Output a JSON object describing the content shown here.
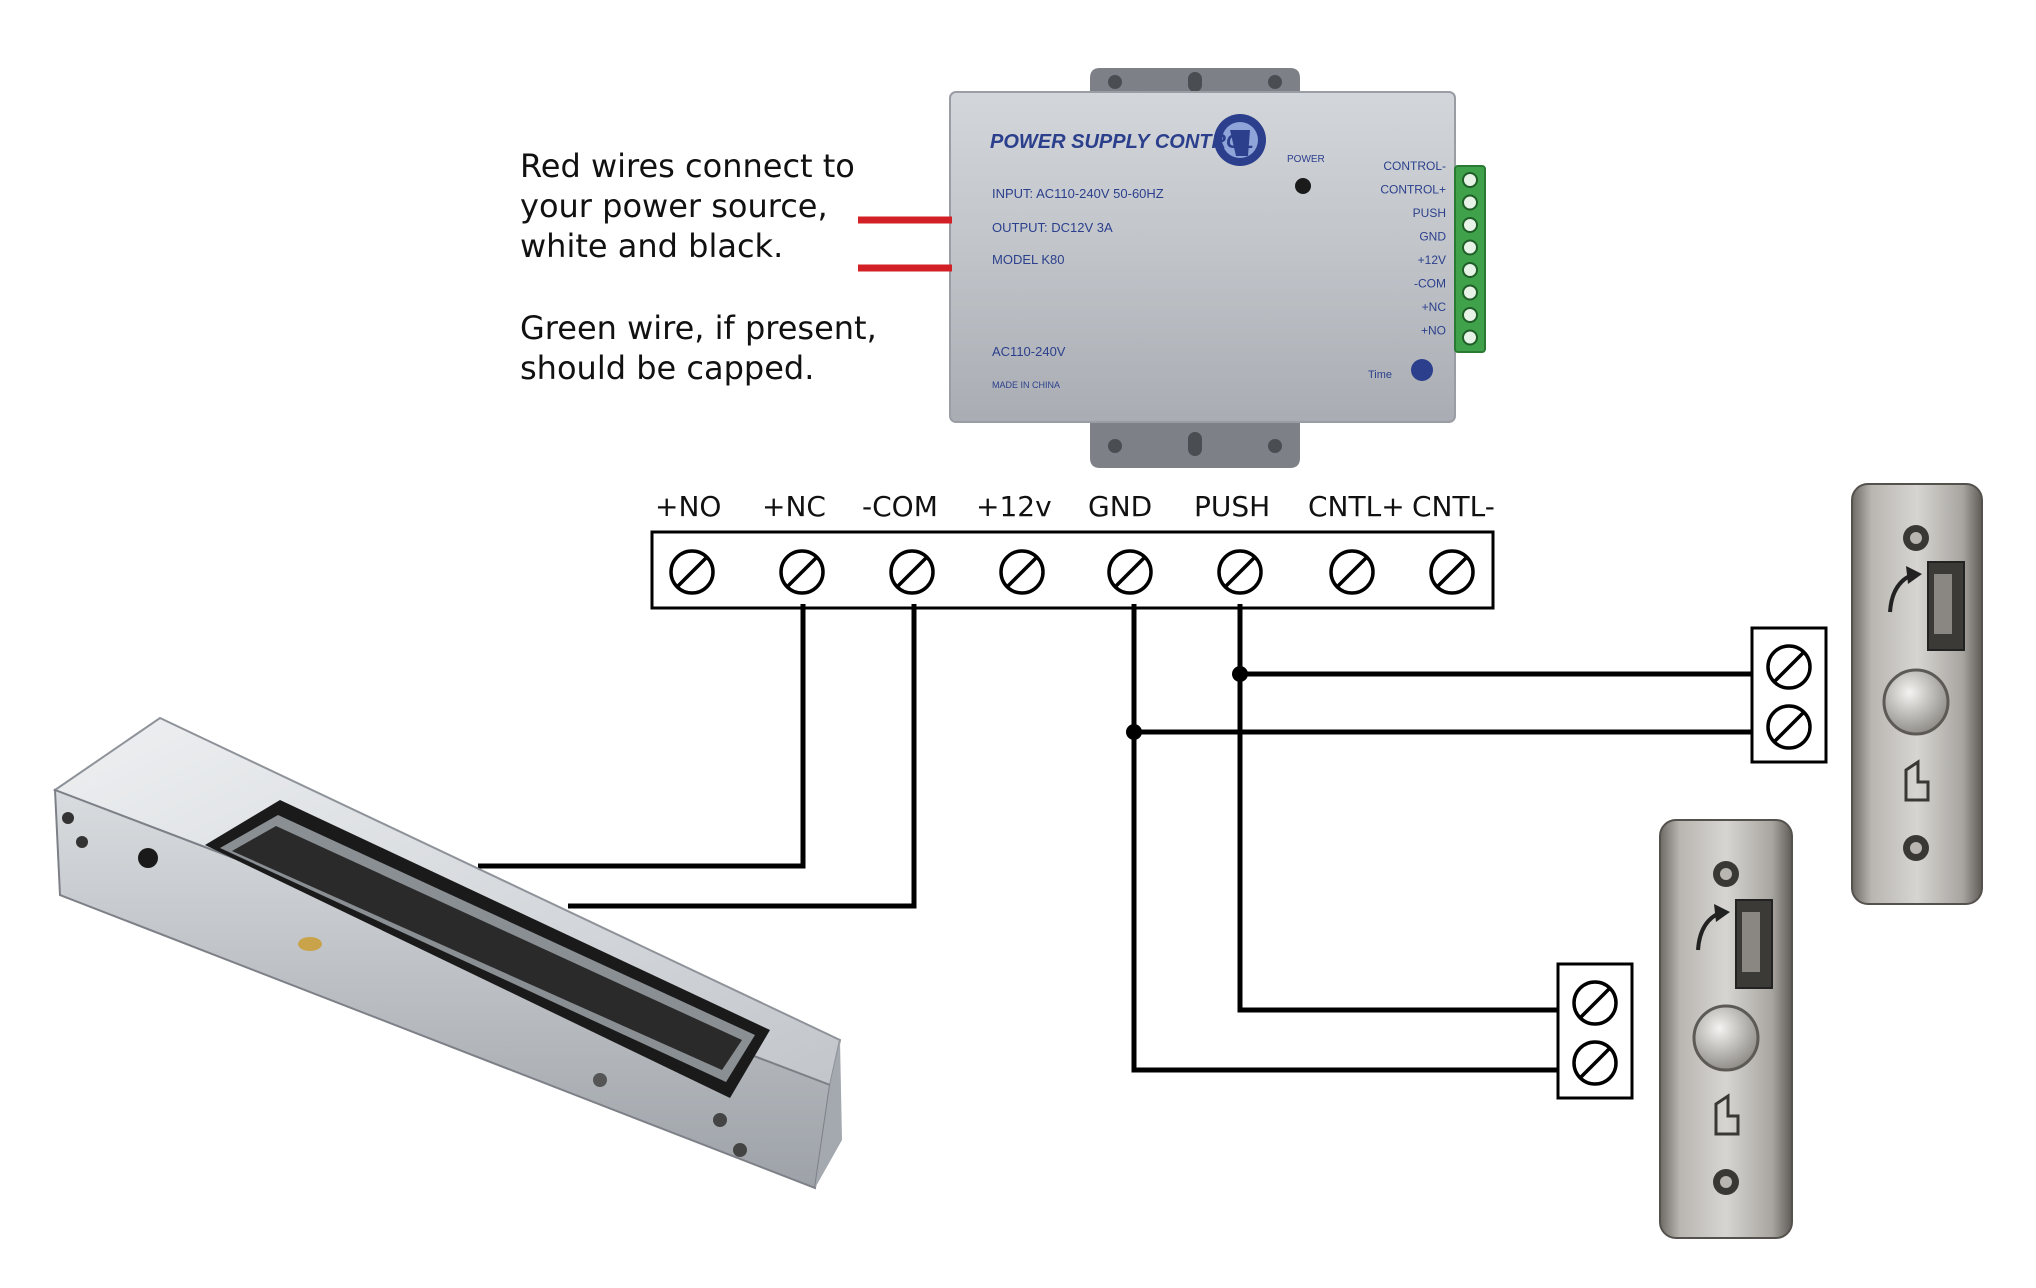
{
  "instructions": {
    "red_wires": "Red wires connect to\nyour power source,\nwhite and black.",
    "green_wire": "Green wire, if present,\nshould be capped."
  },
  "terminal_block": {
    "labels": [
      "+NO",
      "+NC",
      "-COM",
      "+12v",
      "GND",
      "PUSH",
      "CNTL+",
      "CNTL-"
    ]
  },
  "power_supply": {
    "title": "POWER SUPPLY CONTROL",
    "input": "INPUT: AC110-240V 50-60HZ",
    "output": "OUTPUT: DC12V  3A",
    "model": "MODEL K80",
    "ac_rating": "AC110-240V",
    "made_in": "MADE IN CHINA",
    "power_label": "POWER",
    "time_label": "Time",
    "side_labels": [
      "CONTROL-",
      "CONTROL+",
      "PUSH",
      "GND",
      "+12V",
      "-COM",
      "+NC",
      "+NO"
    ]
  },
  "colors": {
    "red_wire": "#d32027",
    "wire": "#000000",
    "psu_body": "#b9bdc2",
    "terminal_green": "#3fa14a"
  },
  "icons": {
    "lock": "electromagnetic-lock",
    "button": "exit-push-button"
  }
}
